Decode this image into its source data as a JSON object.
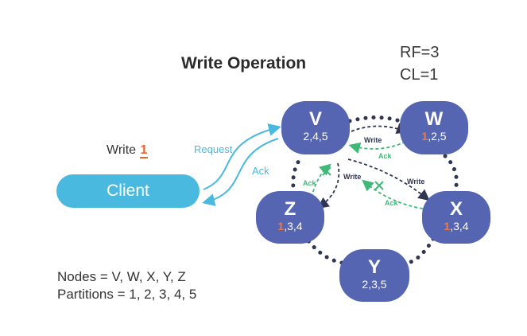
{
  "title": "Write Operation",
  "config": {
    "rf": "RF=3",
    "cl": "CL=1"
  },
  "client": {
    "write_text": "Write",
    "write_value": "1",
    "label": "Client"
  },
  "client_links": {
    "request": "Request",
    "ack": "Ack"
  },
  "arrow_labels": {
    "write": "Write",
    "ack": "Ack"
  },
  "nodes": {
    "v": {
      "name": "V",
      "partitions": "2,4,5"
    },
    "w": {
      "name": "W",
      "highlight": "1",
      "partitions_rest": ",2,5"
    },
    "z": {
      "name": "Z",
      "highlight": "1",
      "partitions_rest": ",3,4"
    },
    "x": {
      "name": "X",
      "highlight": "1",
      "partitions_rest": ",3,4"
    },
    "y": {
      "name": "Y",
      "partitions": "2,3,5"
    }
  },
  "legend": {
    "nodes": "Nodes = V, W, X, Y, Z",
    "partitions": "Partitions = 1, 2, 3, 4, 5"
  },
  "colors": {
    "node": "#5565b2",
    "client": "#49b9e0",
    "write_arrow": "#2f3552",
    "ack_arrow": "#3fb878",
    "highlight": "#f07a45"
  }
}
